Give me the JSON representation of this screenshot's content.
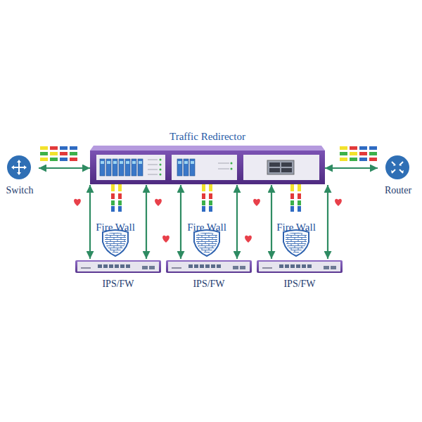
{
  "diagram": {
    "nodes": [
      {
        "text": [
          "Traffic Redirector"
        ]
      },
      {
        "text": [
          "Switch"
        ]
      },
      {
        "text": [
          "Router"
        ]
      },
      {
        "text": [
          "IPS/FW"
        ]
      },
      {
        "text": [
          "IPS/FW"
        ]
      },
      {
        "text": [
          "IPS/FW"
        ]
      }
    ],
    "edges": [
      {
        "from": 1,
        "to": 0,
        "arrow": "both"
      },
      {
        "from": 0,
        "to": 2,
        "arrow": "both"
      },
      {
        "from": 0,
        "to": 3,
        "arrow": "both"
      },
      {
        "from": 0,
        "to": 3,
        "arrow": "both"
      },
      {
        "from": 0,
        "to": 4,
        "arrow": "both"
      },
      {
        "from": 0,
        "to": 4,
        "arrow": "both"
      },
      {
        "from": 0,
        "to": 5,
        "arrow": "both"
      },
      {
        "from": 0,
        "to": 5,
        "arrow": "both"
      }
    ],
    "labels": [
      "Fire Wall",
      "Fire Wall",
      "Fire Wall"
    ]
  }
}
